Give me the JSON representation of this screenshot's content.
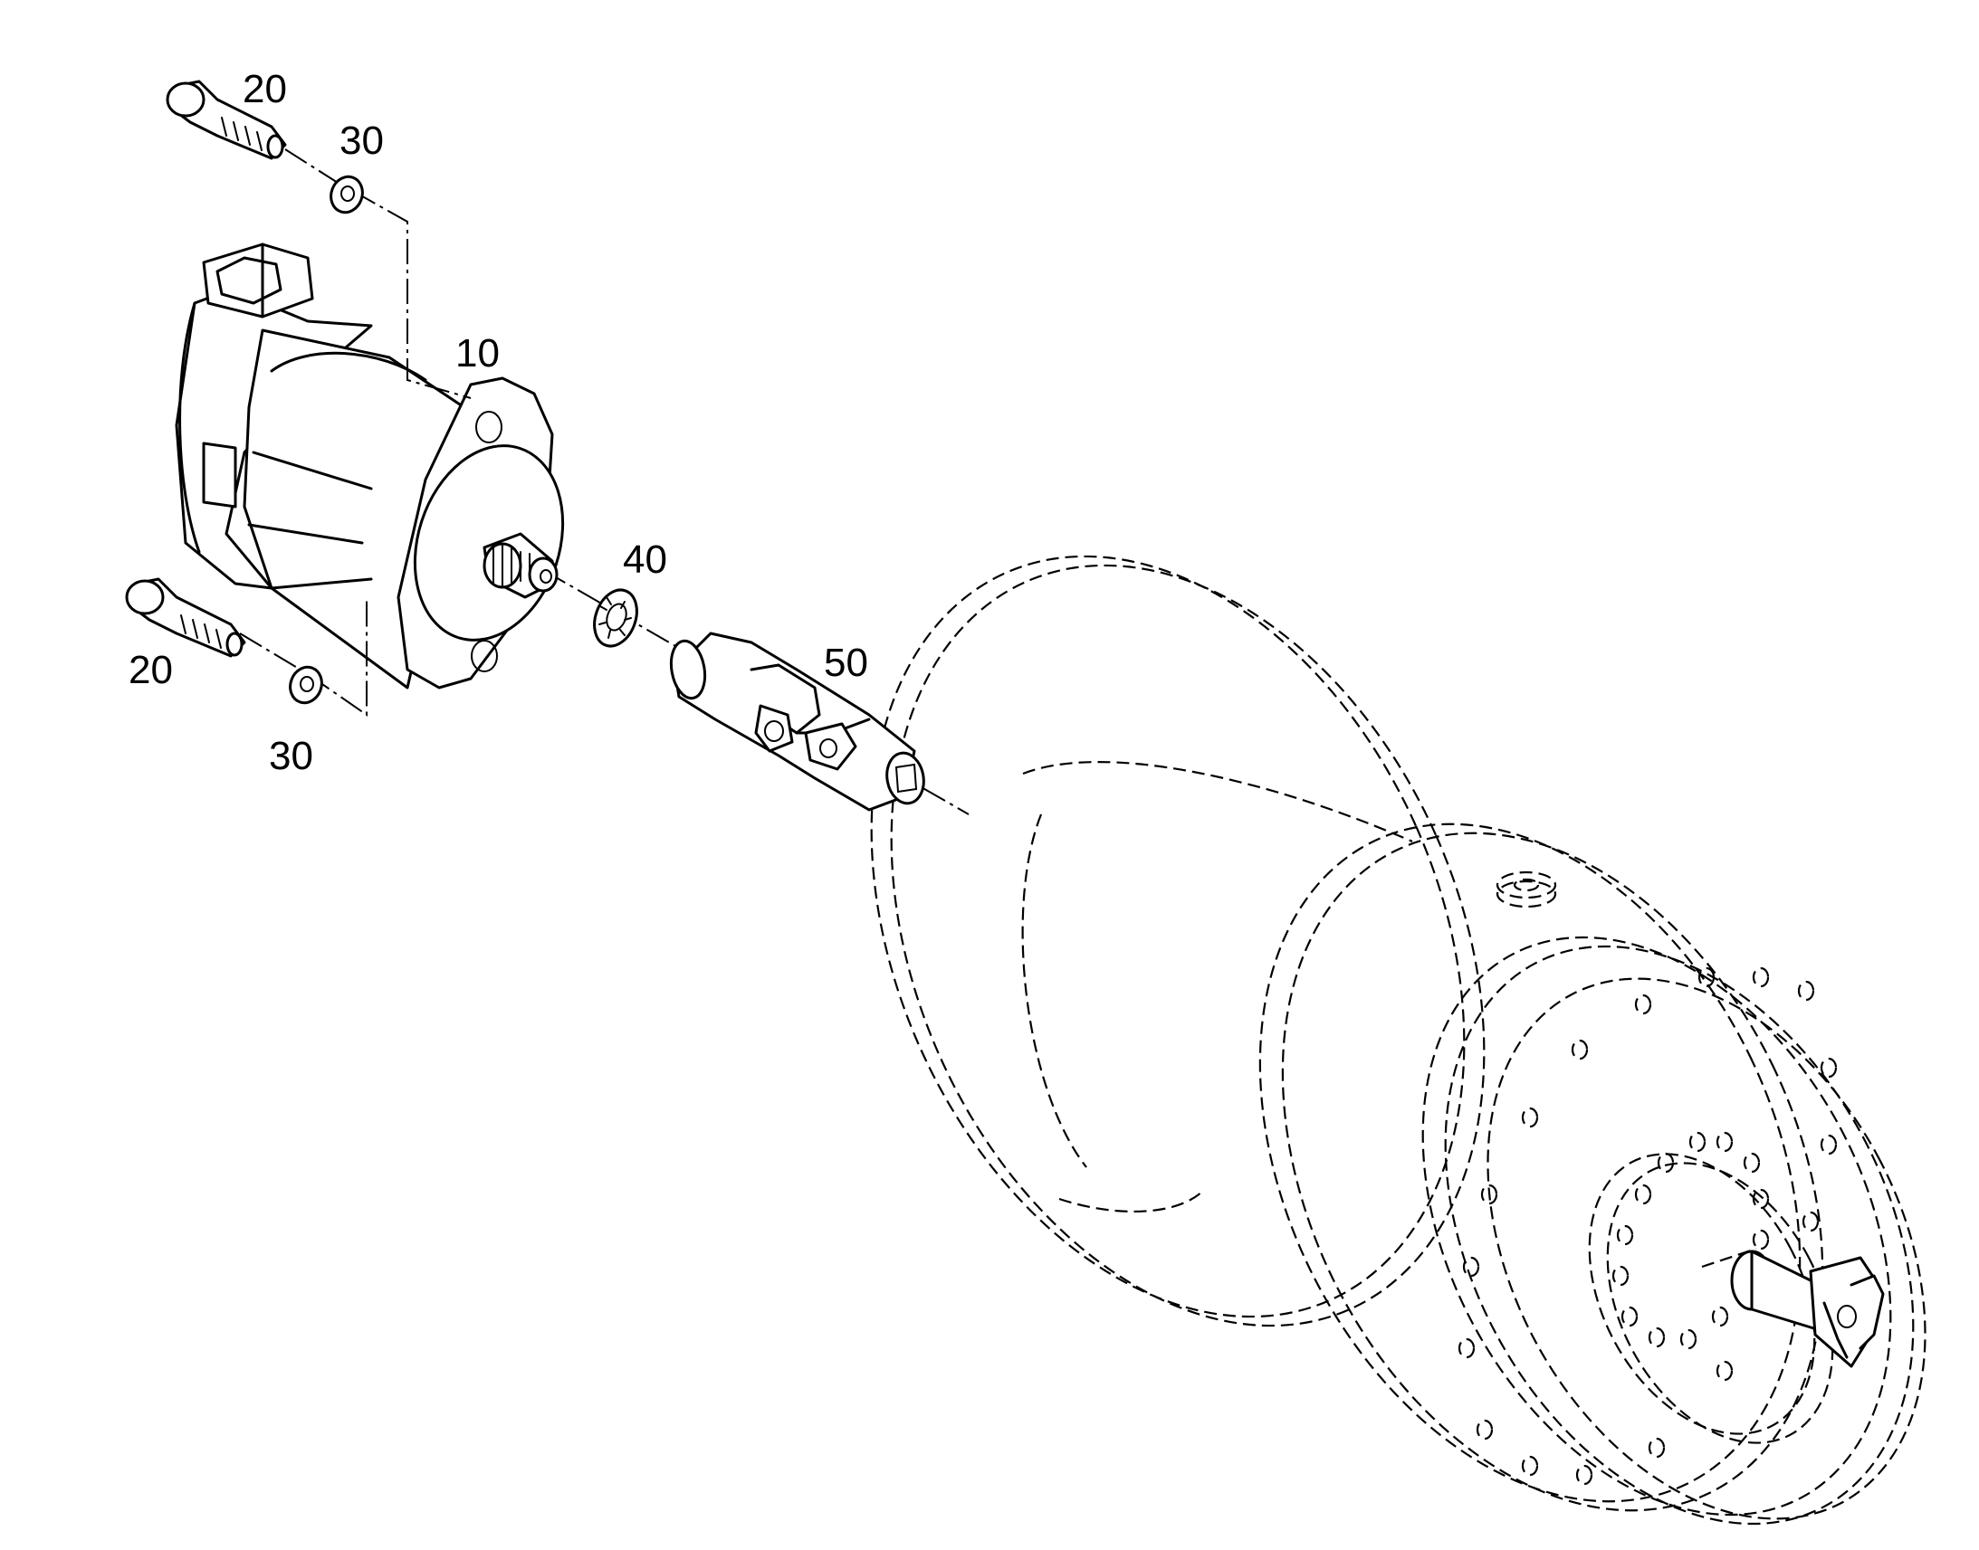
{
  "callouts": {
    "motor": "10",
    "bolt_top": "20",
    "bolt_bottom": "20",
    "washer_top": "30",
    "washer_bottom": "30",
    "lock_washer": "40",
    "coupling": "50"
  },
  "colors": {
    "line": "#000000",
    "background": "#ffffff"
  }
}
